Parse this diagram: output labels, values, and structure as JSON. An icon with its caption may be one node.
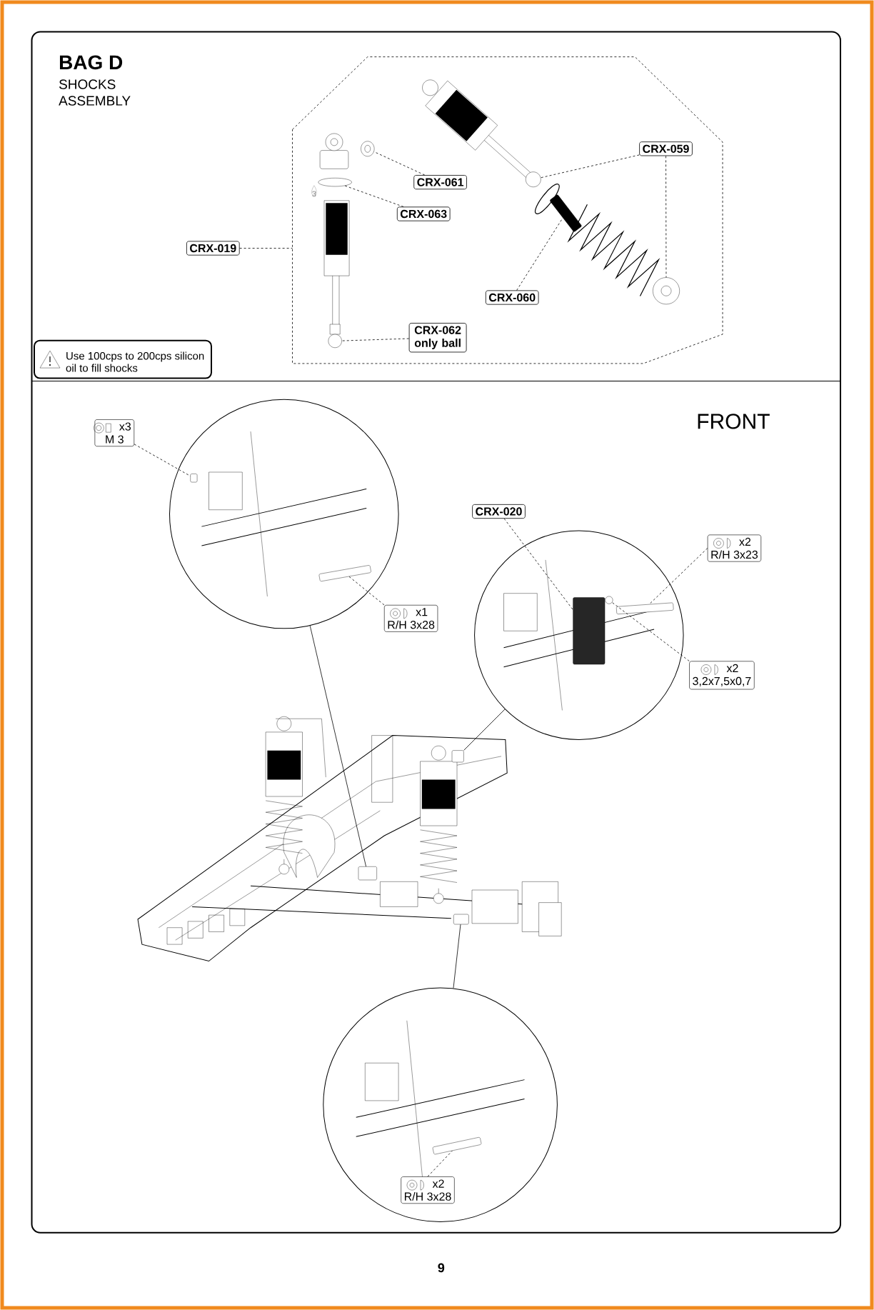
{
  "diagram": {
    "title": "BAG D",
    "nodes": [
      {
        "text": [
          "CRX-061"
        ]
      },
      {
        "text": [
          "CRX-063"
        ]
      },
      {
        "text": [
          "CRX-019"
        ]
      },
      {
        "text": [
          "CRX-059"
        ]
      },
      {
        "text": [
          "CRX-060"
        ]
      },
      {
        "text": [
          "CRX-062 only ball"
        ]
      },
      {
        "text": [
          "x3",
          "M 3"
        ]
      },
      {
        "text": [
          "x1",
          "R/H 3x28"
        ]
      },
      {
        "text": [
          "CRX-020"
        ]
      },
      {
        "text": [
          "x2",
          "R/H 3x23"
        ]
      },
      {
        "text": [
          "x2",
          "3,2x7,5x0,7"
        ]
      },
      {
        "text": [
          "x2",
          "R/H 3x28"
        ],
        "in": 14
      },
      {
        "text": [],
        "shape": "circle"
      },
      {
        "text": [],
        "shape": "circle"
      },
      {
        "text": [],
        "shape": "circle"
      },
      {
        "text": [
          "Use 100cps to 200cps silicon oil to fill shocks"
        ]
      },
      {
        "text": [],
        "shape": "box",
        "in": 12
      },
      {
        "text": [],
        "shape": "box",
        "in": 12
      },
      {
        "text": [],
        "shape": "box",
        "in": 13
      },
      {
        "text": [],
        "shape": "box",
        "in": 13
      },
      {
        "text": [],
        "shape": "circle",
        "in": 13
      },
      {
        "text": [],
        "shape": "box",
        "in": 14
      },
      {
        "text": [],
        "shape": "circle"
      },
      {
        "text": [],
        "shape": "circle"
      },
      {
        "text": [],
        "shape": "circle"
      },
      {
        "text": [],
        "shape": "circle"
      },
      {
        "text": [],
        "shape": "box"
      },
      {
        "text": [],
        "shape": "circle"
      },
      {
        "text": [],
        "shape": "box"
      },
      {
        "text": [],
        "shape": "box"
      },
      {
        "text": [],
        "shape": "box"
      }
    ],
    "edges": [
      {
        "from": 0,
        "to": 22,
        "arrow": "none",
        "style": "dashed"
      },
      {
        "from": 1,
        "to": 23,
        "arrow": "none",
        "style": "dashed"
      },
      {
        "from": 2,
        "to": null,
        "arrow": "none",
        "style": "dashed"
      },
      {
        "from": 3,
        "to": 24,
        "arrow": "none",
        "style": "dashed"
      },
      {
        "from": 3,
        "to": 25,
        "arrow": "none",
        "style": "dashed"
      },
      {
        "from": 4,
        "to": 26,
        "arrow": "none",
        "style": "dashed"
      },
      {
        "from": 5,
        "to": 27,
        "arrow": "none",
        "style": "dashed"
      },
      {
        "from": 6,
        "to": 16,
        "arrow": "none",
        "style": "dashed"
      },
      {
        "from": 7,
        "to": 17,
        "arrow": "none",
        "style": "dashed"
      },
      {
        "from": 8,
        "to": 18,
        "arrow": "none",
        "style": "dashed"
      },
      {
        "from": 9,
        "to": 19,
        "arrow": "none",
        "style": "dashed"
      },
      {
        "from": 10,
        "to": 20,
        "arrow": "none",
        "style": "dashed"
      },
      {
        "from": 11,
        "to": 21,
        "arrow": "none",
        "style": "dashed"
      },
      {
        "from": 12,
        "to": 28,
        "arrow": "none"
      },
      {
        "from": 13,
        "to": 29,
        "arrow": "none"
      },
      {
        "from": 14,
        "to": 30,
        "arrow": "none"
      }
    ],
    "labels": [
      "SHOCKS ASSEMBLY",
      "3",
      "FRONT",
      "9"
    ]
  }
}
